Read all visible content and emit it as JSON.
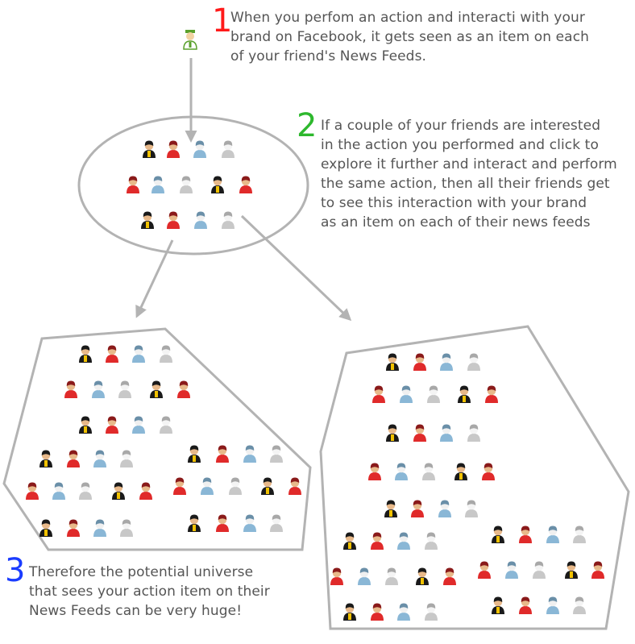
{
  "steps": [
    {
      "number": "1",
      "number_color": "#ff1a1a",
      "lines": [
        "When you perfom an action and interacti with your",
        "brand on Facebook, it gets seen as an item on each",
        "of your friend's News Feeds."
      ]
    },
    {
      "number": "2",
      "number_color": "#2db82d",
      "lines": [
        "If a couple of your friends are interested",
        "in the action you performed and click to",
        "explore it further and interact and perform",
        "the same action, then all their friends get",
        "to see this interaction with your brand",
        "as an item on each of their news feeds"
      ]
    },
    {
      "number": "3",
      "number_color": "#1a3cff",
      "lines": [
        "Therefore the potential universe",
        "that sees your action item on their",
        "News Feeds can be very huge!"
      ]
    }
  ],
  "colors": {
    "text": "#555555",
    "outline": "#b3b3b3",
    "arrow": "#b3b3b3",
    "person_black": "#1a1a1a",
    "person_red": "#e02a2a",
    "person_blue": "#8ab7d6",
    "person_grey": "#c8c8c8",
    "person_gold": "#f2c200",
    "origin_user": "#5aa02c"
  },
  "icons": {
    "origin": "user-icon",
    "friend": "person-icon"
  }
}
